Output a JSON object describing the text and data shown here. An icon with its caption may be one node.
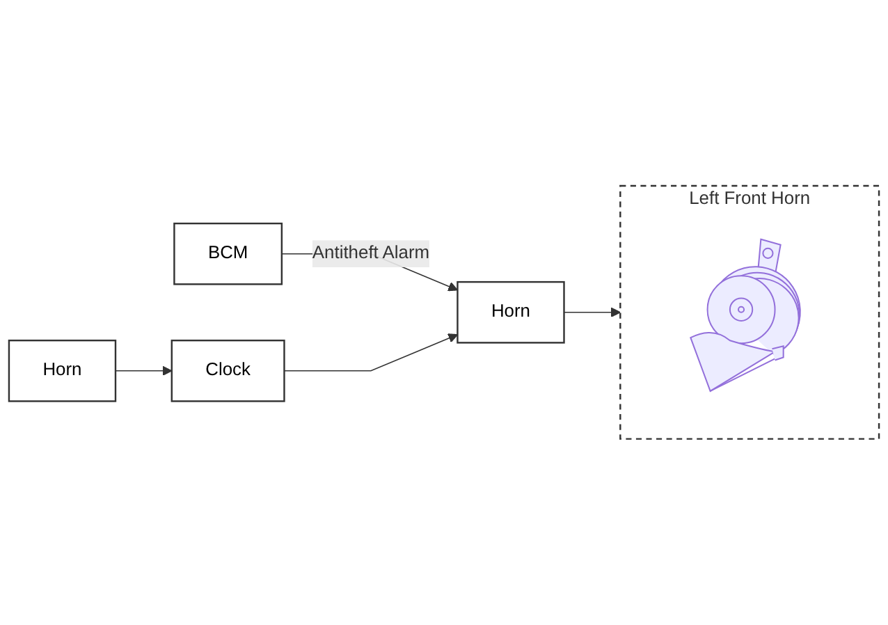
{
  "diagram": {
    "nodes": [
      {
        "text": [
          "BCM"
        ]
      },
      {
        "text": [
          "Horn"
        ]
      },
      {
        "text": [
          "Clock"
        ]
      },
      {
        "text": [
          "Horn"
        ]
      },
      {
        "text": [
          "Left Front Horn"
        ]
      },
      {
        "text": [],
        "shape": "picture",
        "in": 4
      }
    ],
    "edges": [
      {
        "from": 0,
        "to": 3,
        "arrow": "to",
        "label": "Antitheft Alarm"
      },
      {
        "from": 1,
        "to": 2,
        "arrow": "to"
      },
      {
        "from": 2,
        "to": 3,
        "arrow": "to"
      },
      {
        "from": 3,
        "to": 4,
        "arrow": "to"
      }
    ]
  }
}
